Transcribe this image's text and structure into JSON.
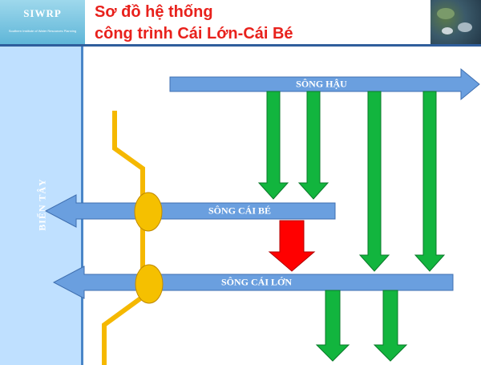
{
  "header": {
    "logo_text": "SIWRP",
    "logo_subtext": "Southern Institute of Water Resources Planning",
    "title_line1": "Sơ đồ hệ thống",
    "title_line2": "công trình Cái Lớn-Cái Bé"
  },
  "labels": {
    "sea": "BIỂN TÂY",
    "river_hau": "SÔNG HẬU",
    "river_cai_be": "SÔNG CÁI BÉ",
    "river_cai_lon": "SÔNG CÁI LỚN"
  },
  "colors": {
    "title": "#e8211c",
    "river": "#6a9fdf",
    "river_outline": "#3f6fb0",
    "flow_arrow": "#12b53e",
    "flow_arrow_outline": "#0a7a2a",
    "red_arrow": "#ff0000",
    "canal": "#f5b800",
    "gate": "#f5c000",
    "left_bar": "#bfe0ff",
    "header_rule": "#2f5e9c"
  }
}
